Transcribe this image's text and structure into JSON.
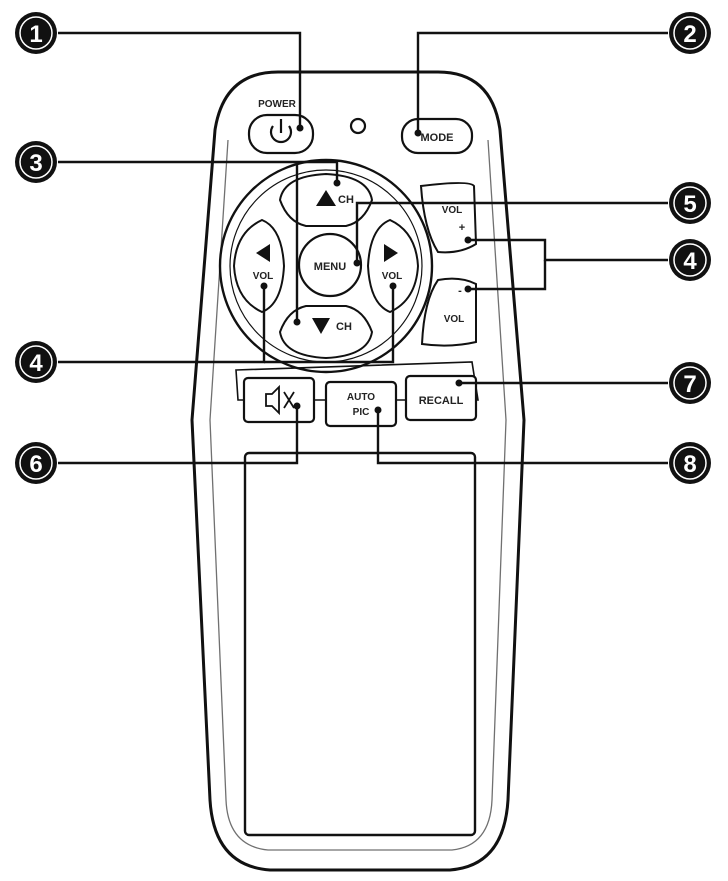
{
  "buttons": {
    "power_label": "POWER",
    "mode_label": "MODE",
    "ch_up_label": "CH",
    "ch_down_label": "CH",
    "menu_label": "MENU",
    "vol_left_label": "VOL",
    "vol_right_label": "VOL",
    "vol_plus_label": "VOL",
    "vol_plus_sign": "+",
    "vol_minus_label": "VOL",
    "vol_minus_sign": "-",
    "auto_pic_line1": "AUTO",
    "auto_pic_line2": "PIC",
    "recall_label": "RECALL"
  },
  "callouts": [
    "1",
    "2",
    "3",
    "4",
    "5",
    "4",
    "6",
    "7",
    "8"
  ],
  "icons": {
    "power": "power-icon",
    "mute": "mute-icon",
    "arrow_up": "triangle-up-icon",
    "arrow_down": "triangle-down-icon",
    "arrow_left": "triangle-left-icon",
    "arrow_right": "triangle-right-icon"
  },
  "colors": {
    "ink": "#111111",
    "body_fill": "#ffffff",
    "callout_fill": "#111111"
  }
}
